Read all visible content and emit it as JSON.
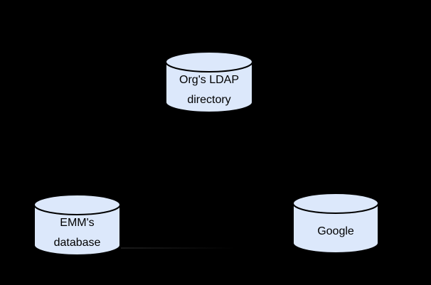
{
  "canvas": {
    "background_color": "#000000"
  },
  "diagram": {
    "type": "architecture-diagram",
    "nodes": [
      {
        "id": "org-ldap-directory",
        "shape": "database-cylinder",
        "label_lines": [
          "Org's LDAP",
          "directory"
        ],
        "fill": "#dce8fb",
        "stroke": "#000000",
        "text_color": "#000000"
      },
      {
        "id": "emm-database",
        "shape": "database-cylinder",
        "label_lines": [
          "EMM's",
          "database"
        ],
        "fill": "#dce8fb",
        "stroke": "#000000",
        "text_color": "#000000"
      },
      {
        "id": "google",
        "shape": "database-cylinder",
        "label_lines": [
          "Google"
        ],
        "fill": "#dce8fb",
        "stroke": "#000000",
        "text_color": "#000000"
      }
    ],
    "faint_connector": {
      "between": [
        "emm-database",
        "google"
      ],
      "color": "#303030"
    }
  }
}
